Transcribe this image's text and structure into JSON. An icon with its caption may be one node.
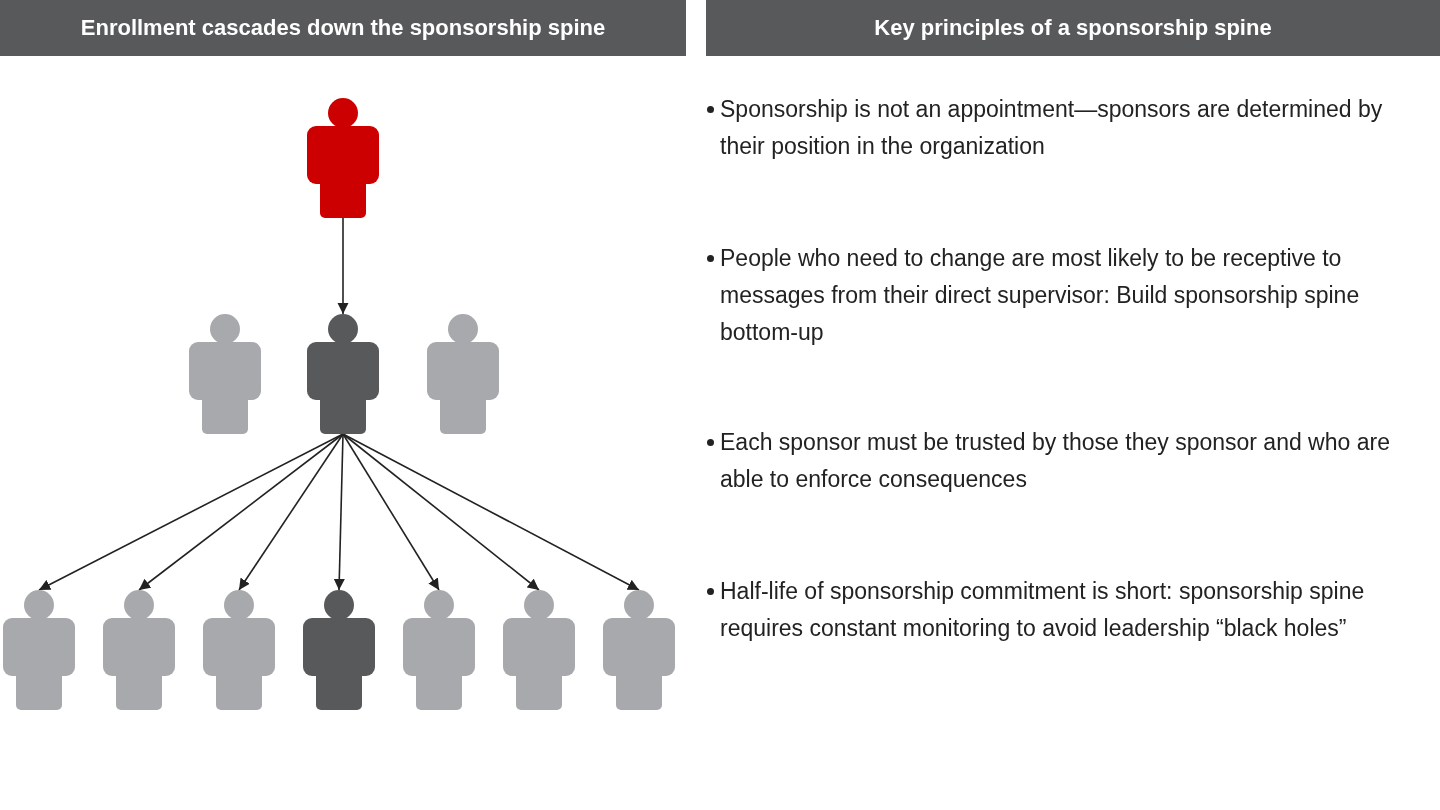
{
  "diagram": {
    "nodes": [
      {
        "text": [
          "Enrollment cascades down the sponsorship spine"
        ]
      },
      {
        "text": [
          "Key principles of a sponsorship spine"
        ]
      },
      {
        "text": [],
        "shape": "person"
      },
      {
        "text": [],
        "shape": "person"
      },
      {
        "text": [],
        "shape": "person"
      },
      {
        "text": [],
        "shape": "person"
      },
      {
        "text": [],
        "shape": "person"
      },
      {
        "text": [],
        "shape": "person"
      },
      {
        "text": [],
        "shape": "person"
      },
      {
        "text": [],
        "shape": "person"
      },
      {
        "text": [],
        "shape": "person"
      },
      {
        "text": [],
        "shape": "person"
      },
      {
        "text": [],
        "shape": "person"
      }
    ],
    "edges": [
      {
        "from": 2,
        "to": 4,
        "arrow": "to"
      },
      {
        "from": 4,
        "to": 6,
        "arrow": "to"
      },
      {
        "from": 4,
        "to": 7,
        "arrow": "to"
      },
      {
        "from": 4,
        "to": 8,
        "arrow": "to"
      },
      {
        "from": 4,
        "to": 9,
        "arrow": "to"
      },
      {
        "from": 4,
        "to": 10,
        "arrow": "to"
      },
      {
        "from": 4,
        "to": 11,
        "arrow": "to"
      },
      {
        "from": 4,
        "to": 12,
        "arrow": "to"
      }
    ],
    "labels": [
      "Sponsorship is not an appointment—sponsors are determined by their position in the organization",
      "People who need to change are most likely to be receptive to messages from their direct supervisor: Build sponsorship spine bottom-up",
      "Each sponsor must be trusted by those they sponsor and who are able to enforce consequences",
      "Half-life of sponsorship commitment is short: sponsorship spine requires constant monitoring to avoid leadership “black holes”"
    ]
  }
}
